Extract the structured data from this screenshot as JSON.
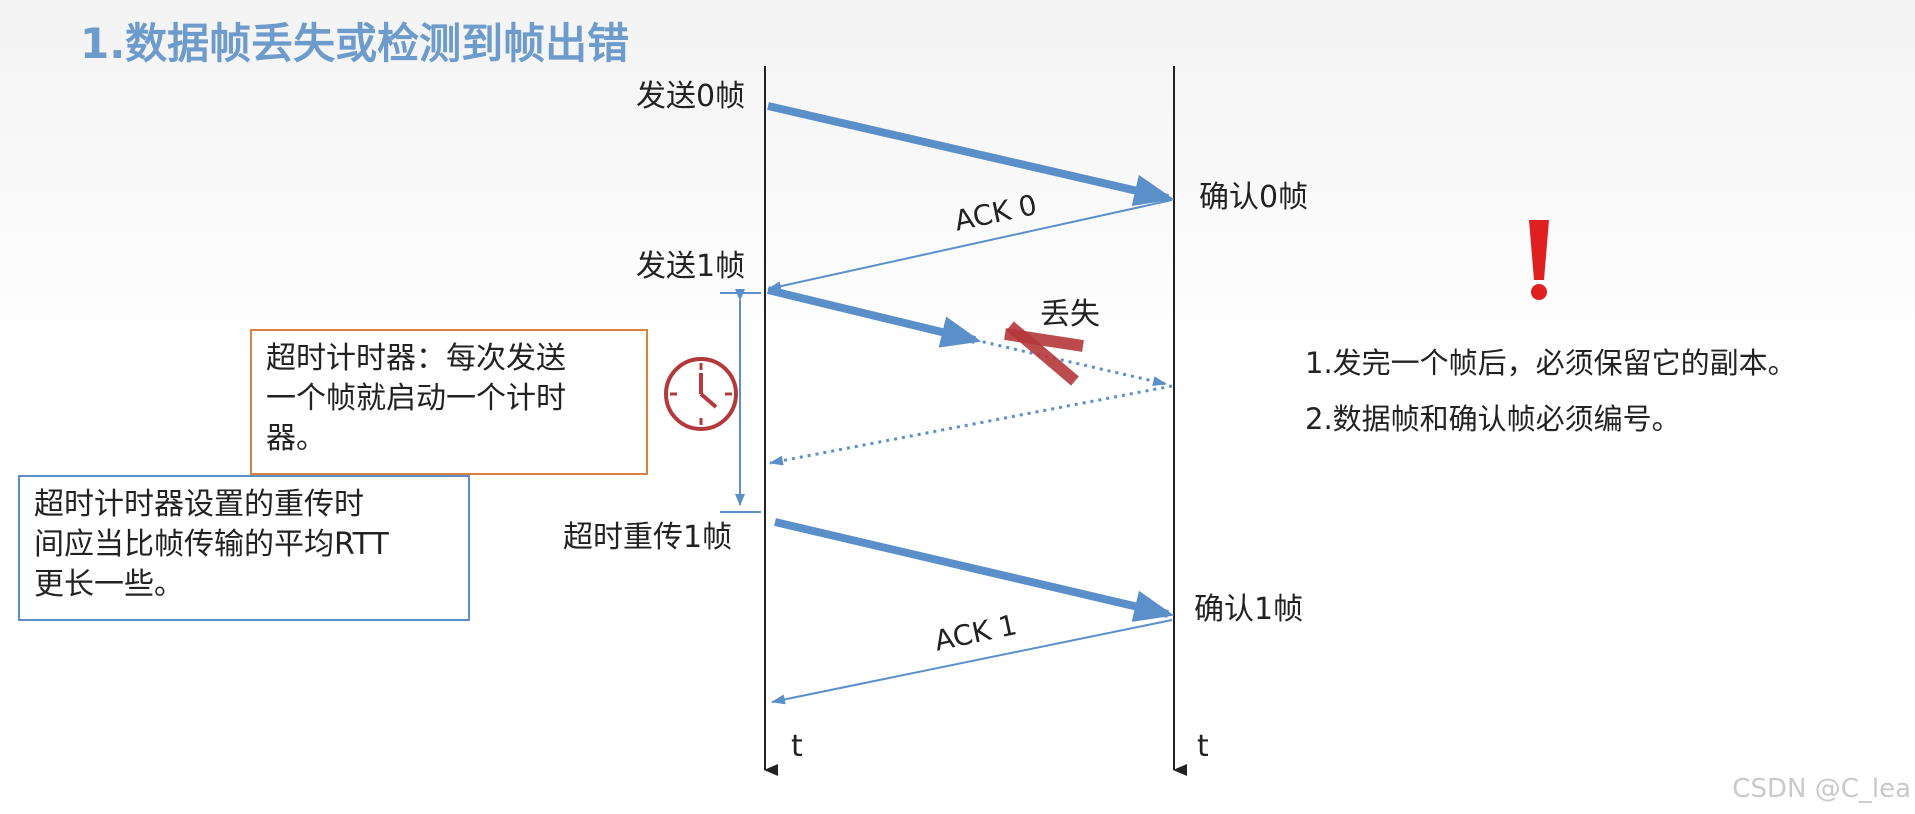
{
  "title": "1.数据帧丢失或检测到帧出错",
  "sender": {
    "send_frame0": "发送0帧",
    "send_frame1": "发送1帧",
    "timeout_resend": "超时重传1帧",
    "time_axis": "t"
  },
  "receiver": {
    "confirm_frame0": "确认0帧",
    "confirm_frame1": "确认1帧",
    "time_axis": "t"
  },
  "messages": {
    "ack0": "ACK 0",
    "ack1": "ACK 1",
    "lost": "丢失"
  },
  "timer_box": {
    "line1": "超时计时器：每次发送",
    "line2": "一个帧就启动一个计时",
    "line3": "器。"
  },
  "rtt_box": {
    "line1": "超时计时器设置的重传时",
    "line2": "间应当比帧传输的平均RTT",
    "line3": "更长一些。"
  },
  "notes": {
    "note1": "1.发完一个帧后，必须保留它的副本。",
    "note2": "2.数据帧和确认帧必须编号。"
  },
  "icons": {
    "clock": "clock-icon",
    "exclamation": "exclamation-icon",
    "cross": "cross-icon"
  },
  "colors": {
    "title": "#6d9ccc",
    "arrow_blue": "#5b8fc9",
    "cross_red": "#b5383b",
    "exclamation_red": "#e02020",
    "timer_box_border": "#d9813e",
    "rtt_box_border": "#5b8fc9"
  },
  "watermark": "CSDN @C_lea"
}
